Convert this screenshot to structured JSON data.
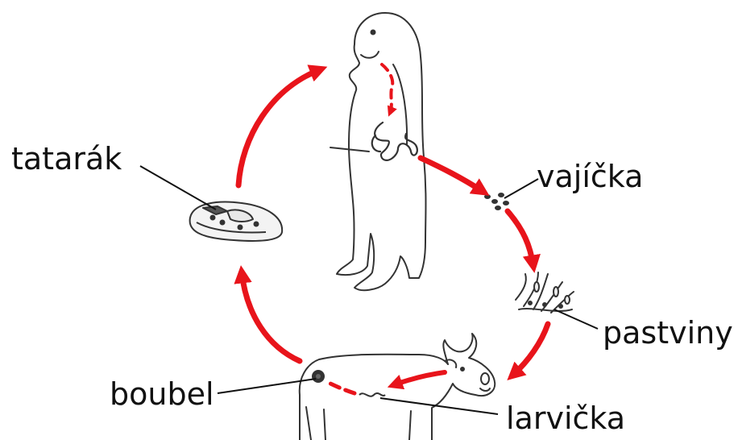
{
  "labels": {
    "tatarak": "tatarák",
    "vajicka": "vajíčka",
    "pastviny": "pastviny",
    "boubel": "boubel",
    "larvicka": "larvička"
  },
  "colors": {
    "arrow": "#e8141b",
    "line": "#333333",
    "text": "#111111"
  }
}
